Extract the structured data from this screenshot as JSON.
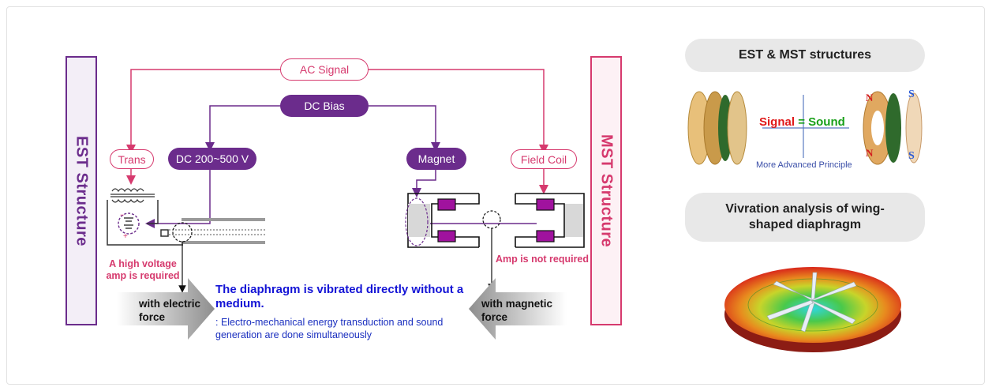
{
  "left": {
    "est_label": "EST Structure",
    "mst_label": "MST Structure",
    "ac_signal": "AC Signal",
    "dc_bias": "DC Bias",
    "trans": "Trans",
    "dc_voltage": "DC 200~500 V",
    "magnet": "Magnet",
    "field_coil": "Field Coil",
    "hv_note": "A high voltage amp is required",
    "amp_note": "Amp is not required",
    "electric_force": "with electric force",
    "magnetic_force": "with magnetic force",
    "main_message": "The diaphragm is vibrated directly without a medium.",
    "sub_message": ": Electro-mechanical energy transduction and sound generation are done simultaneously"
  },
  "right": {
    "structures_title": "EST & MST structures",
    "signal_text": "Signal",
    "equals_text": "=",
    "sound_text": "Sound",
    "advanced_text": "More Advanced Principle",
    "north": "N",
    "south": "S",
    "vibration_title": "Vivration analysis of wing-shaped diaphragm"
  },
  "colors": {
    "pink": "#d63a6e",
    "purple": "#6b2c8c",
    "magnet_fill": "#a0129e",
    "blue_text": "#1414d6"
  }
}
